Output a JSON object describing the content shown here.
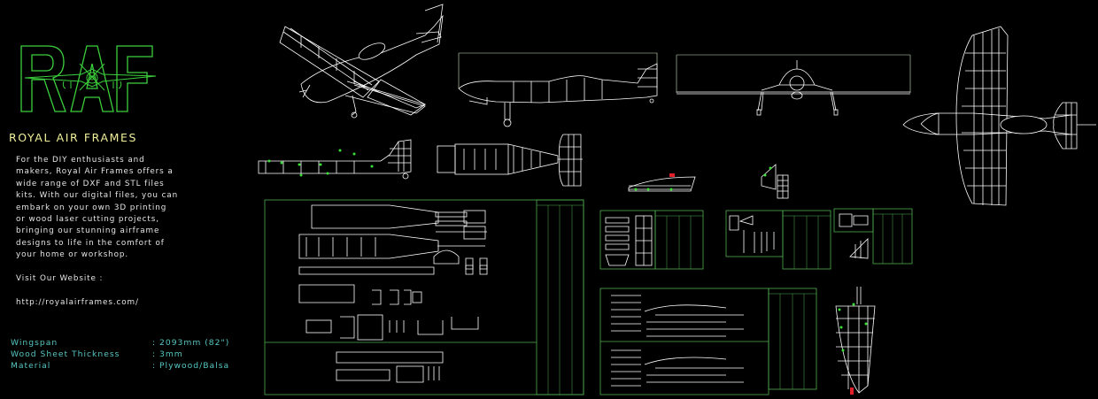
{
  "brand": {
    "logo_text": "RAF",
    "name": "ROYAL AIR FRAMES"
  },
  "description": [
    "For the DIY enthusiasts and",
    "makers, Royal Air Frames offers a",
    "wide range of DXF and STL files",
    "kits. With our digital files, you can",
    "embark on your own 3D printing",
    "or wood laser cutting projects,",
    "bringing our stunning airframe",
    "designs to life in the comfort of",
    "your home or workshop."
  ],
  "website": {
    "label": "Visit Our Website :",
    "url": "http://royalairframes.com/"
  },
  "specs": [
    {
      "label": "Wingspan",
      "value": ": 2093mm (82\")"
    },
    {
      "label": "Wood Sheet Thickness",
      "value": ": 3mm"
    },
    {
      "label": "Material",
      "value": ": Plywood/Balsa"
    }
  ],
  "colors": {
    "background": "#000000",
    "logo_green": "#3ccf3c",
    "brand_yellow": "#f0ef9a",
    "body_text": "#e6e6e6",
    "spec_cyan": "#56c7c2",
    "cad_line": "#ffffff",
    "cad_frame": "#4fae4f",
    "cad_label": "#3be03b",
    "cad_marker_red": "#e0202a"
  },
  "drawing_views": [
    "isometric-view",
    "side-view",
    "front-view",
    "top-view",
    "fuselage-side-assembly",
    "fuselage-top-assembly",
    "canopy-detail",
    "tail-detail",
    "fuselage-parts-sheet",
    "nose-parts-sheet",
    "stabilizer-parts-sheet",
    "rudder-parts-sheet",
    "wing-parts-sheet",
    "wing-assembly-detail"
  ]
}
